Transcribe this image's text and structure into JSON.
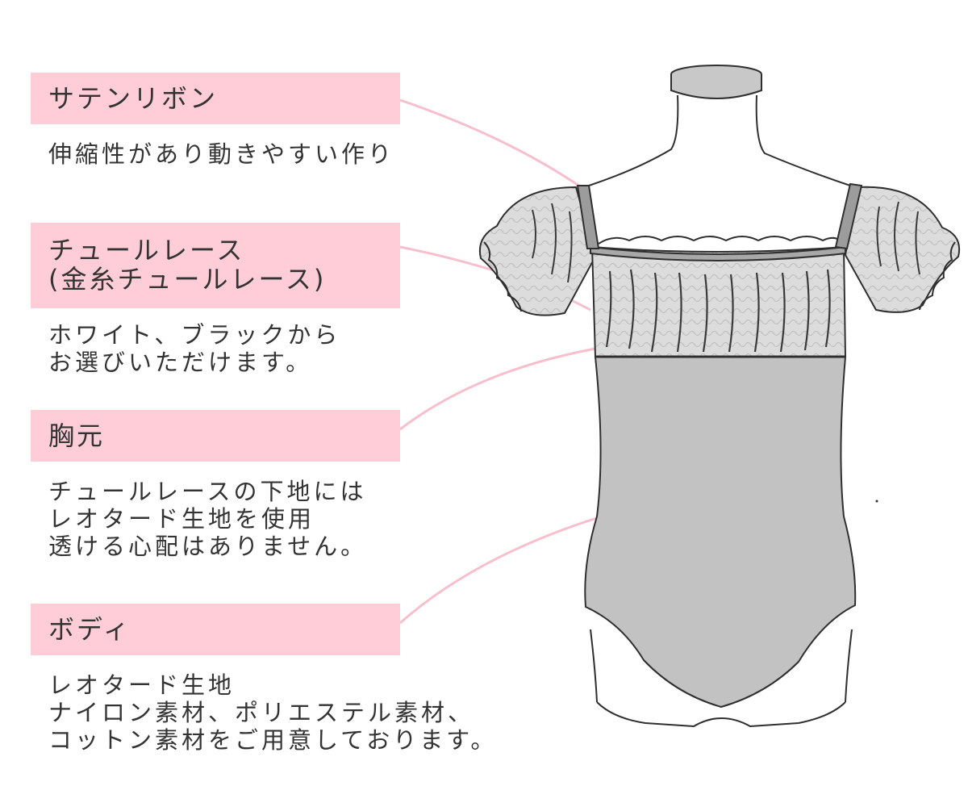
{
  "colors": {
    "label_bg": "#ffcdd8",
    "leader_line": "#f7bfcc",
    "body_fill": "#c2c2c2",
    "tulle_fill": "#d9d9d9",
    "outline": "#2f2f2f",
    "text": "#333333"
  },
  "callouts": [
    {
      "label": "サテンリボン",
      "description": "伸縮性があり動きやすい作り"
    },
    {
      "label": "チュールレース\n(金糸チュールレース)",
      "description": "ホワイト、ブラックから\nお選びいただけます。"
    },
    {
      "label": "胸元",
      "description": "チュールレースの下地には\nレオタード生地を使用\n透ける心配はありません。"
    },
    {
      "label": "ボディ",
      "description": "レオタード生地\nナイロン素材、ポリエステル素材、\nコットン素材をご用意しております。"
    }
  ],
  "illustration": {
    "subject": "leotard-on-dress-form",
    "icon": "mannequin-icon"
  }
}
